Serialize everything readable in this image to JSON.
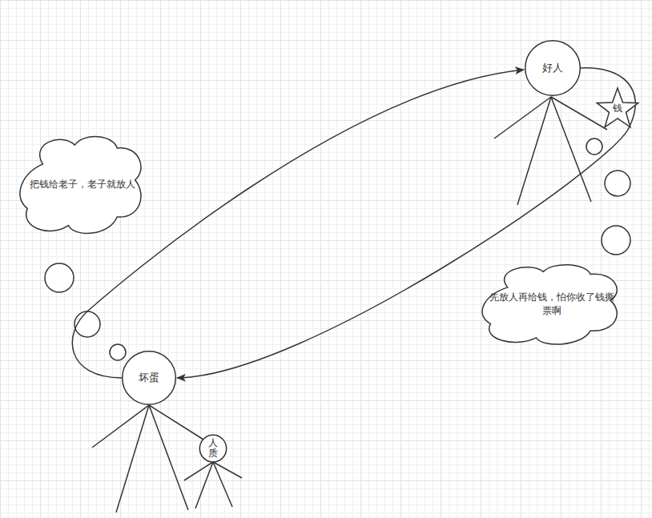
{
  "diagram": {
    "nodes": [
      {
        "text": [
          "好人"
        ]
      },
      {
        "text": [
          "钱"
        ]
      },
      {
        "text": [
          "把钱给老子，老子就放人"
        ]
      },
      {
        "text": [
          "先放人再给钱，怕你收了钱撕票啊"
        ]
      },
      {
        "text": [
          "坏蛋"
        ]
      },
      {
        "text": [
          "人质"
        ]
      }
    ],
    "edges": [
      {
        "from": 4,
        "to": 0,
        "arrow": "to"
      },
      {
        "from": 0,
        "to": 4,
        "arrow": "to"
      }
    ]
  }
}
